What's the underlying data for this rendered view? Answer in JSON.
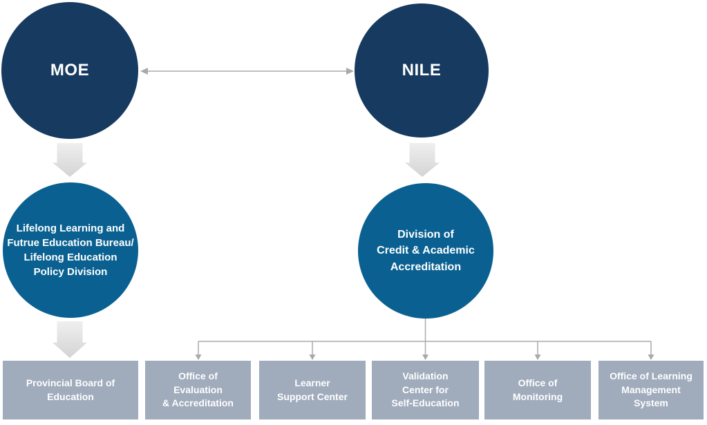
{
  "diagram": {
    "top_nodes": [
      {
        "label": "MOE"
      },
      {
        "label": "NILE"
      }
    ],
    "mid_nodes": [
      {
        "label": "Lifelong Learning and\nFutrue Education Bureau/\nLifelong Education\nPolicy Division"
      },
      {
        "label": "Division of\nCredit & Academic\nAccreditation"
      }
    ],
    "bottom_boxes": [
      {
        "label": "Provincial Board of\nEducation"
      },
      {
        "label": "Office of\nEvaluation\n& Accreditation"
      },
      {
        "label": "Learner\nSupport Center"
      },
      {
        "label": "Validation\nCenter for\nSelf-Education"
      },
      {
        "label": "Office of\nMonitoring"
      },
      {
        "label": "Office of Learning\nManagement\nSystem"
      }
    ],
    "icons": [
      {
        "name": "double-headed-arrow",
        "meaning": "mutual link between MOE and NILE"
      },
      {
        "name": "down-chevron-arrow",
        "meaning": "reports down to"
      }
    ]
  },
  "colors": {
    "dark_navy_circle": "#173a60",
    "mid_blue_circle": "#0a6191",
    "box_gray": "#a0abbc",
    "connector_gray": "#a9a9a9",
    "chevron_gradient_top": "#efefef",
    "chevron_gradient_bottom": "#d4d4d4",
    "text_white": "#ffffff"
  }
}
